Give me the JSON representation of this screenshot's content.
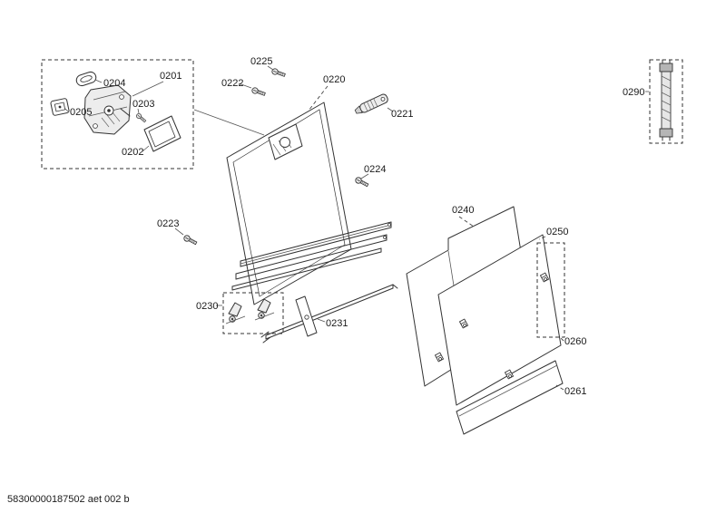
{
  "colors": {
    "line": "#333333",
    "background": "#ffffff"
  },
  "footer": {
    "code": "58300000187502 aet 002 b"
  },
  "labels": {
    "0201": "0201",
    "0202": "0202",
    "0203": "0203",
    "0204": "0204",
    "0205": "0205",
    "0220": "0220",
    "0221": "0221",
    "0222": "0222",
    "0223": "0223",
    "0224": "0224",
    "0225": "0225",
    "0230": "0230",
    "0231": "0231",
    "0240": "0240",
    "0250": "0250",
    "0260": "0260",
    "0261": "0261",
    "0290": "0290"
  }
}
